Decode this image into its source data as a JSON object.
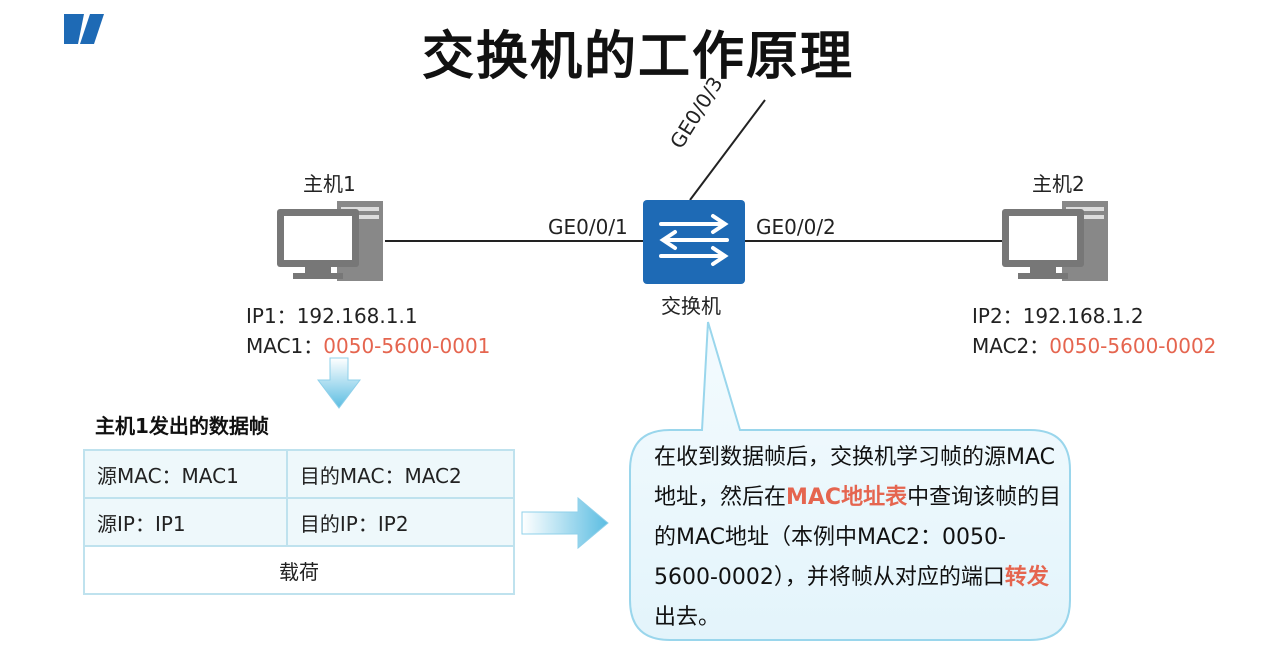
{
  "title": "交换机的工作原理",
  "colors": {
    "accent_red": "#e5654f",
    "switch_blue": "#1e6ab5",
    "light_blue": "#5bbde2"
  },
  "ports": {
    "uplink": "GE0/0/3",
    "left": "GE0/0/1",
    "right": "GE0/0/2"
  },
  "switch": {
    "label": "交换机",
    "icon": "switch-arrows-icon"
  },
  "host1": {
    "name": "主机1",
    "ip_label": "IP1：",
    "ip": "192.168.1.1",
    "mac_label": "MAC1：",
    "mac": "0050-5600-0001",
    "icon": "desktop-computer-icon"
  },
  "host2": {
    "name": "主机2",
    "ip_label": "IP2：",
    "ip": "192.168.1.2",
    "mac_label": "MAC2：",
    "mac": "0050-5600-0002",
    "icon": "desktop-computer-icon"
  },
  "frame": {
    "caption": "主机1发出的数据帧",
    "src_mac": "源MAC：MAC1",
    "dst_mac": "目的MAC：MAC2",
    "src_ip": "源IP：IP1",
    "dst_ip": "目的IP：IP2",
    "payload": "载荷"
  },
  "bubble": {
    "part1": "在收到数据帧后，交换机学习帧的源MAC地址，然后在",
    "highlight1": "MAC地址表",
    "part2": "中查询该帧的目的MAC地址（本例中MAC2：0050-5600-0002），并将帧从对应的端口",
    "highlight2": "转发",
    "part3": "出去。"
  }
}
